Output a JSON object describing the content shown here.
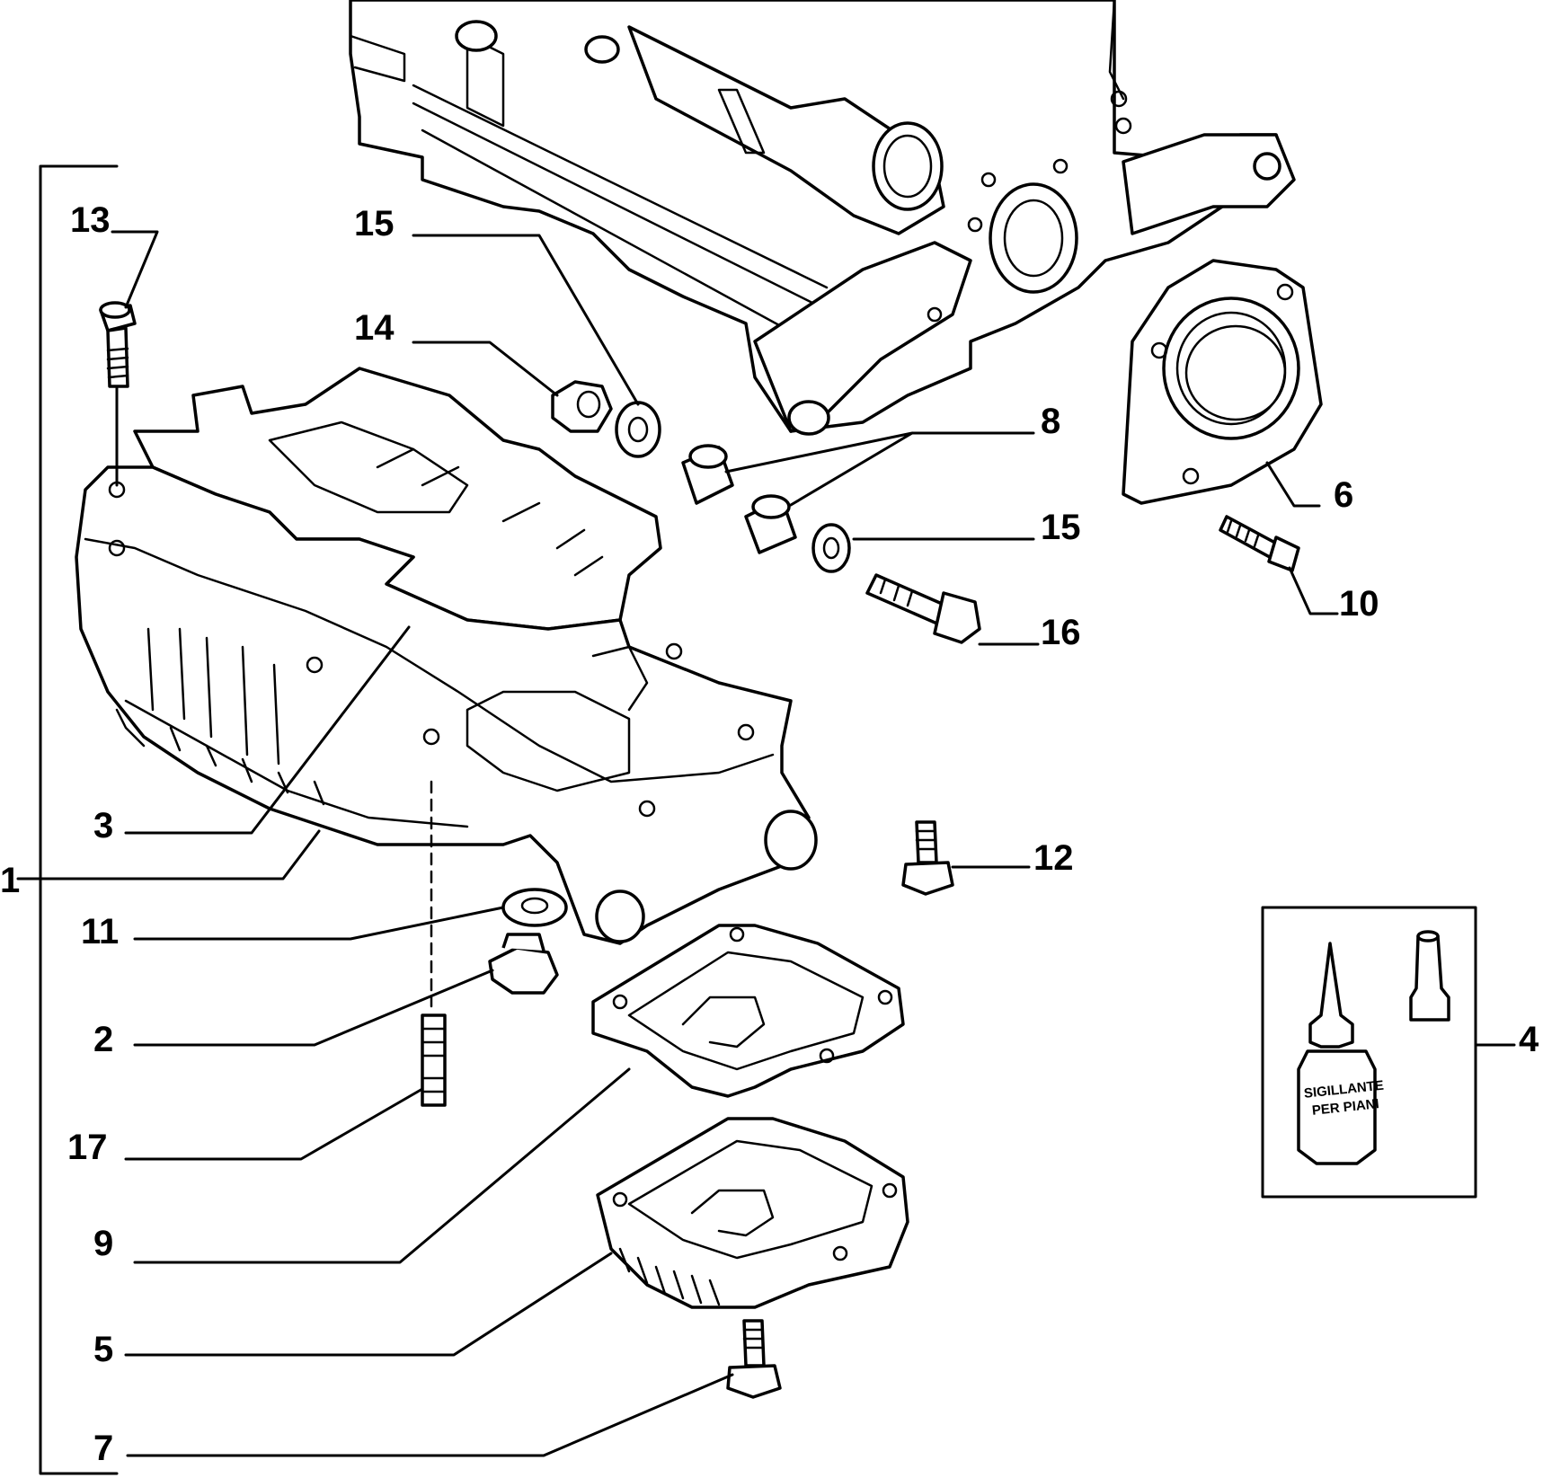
{
  "callouts": {
    "c1": "1",
    "c2": "2",
    "c3": "3",
    "c4": "4",
    "c5": "5",
    "c6": "6",
    "c7": "7",
    "c8": "8",
    "c9": "9",
    "c10": "10",
    "c11": "11",
    "c12": "12",
    "c13": "13",
    "c14": "14",
    "c15a": "15",
    "c15b": "15",
    "c16": "16",
    "c17": "17"
  },
  "sealant_label": {
    "line1": "SIGILLANTE",
    "line2": "PER PIANI"
  }
}
